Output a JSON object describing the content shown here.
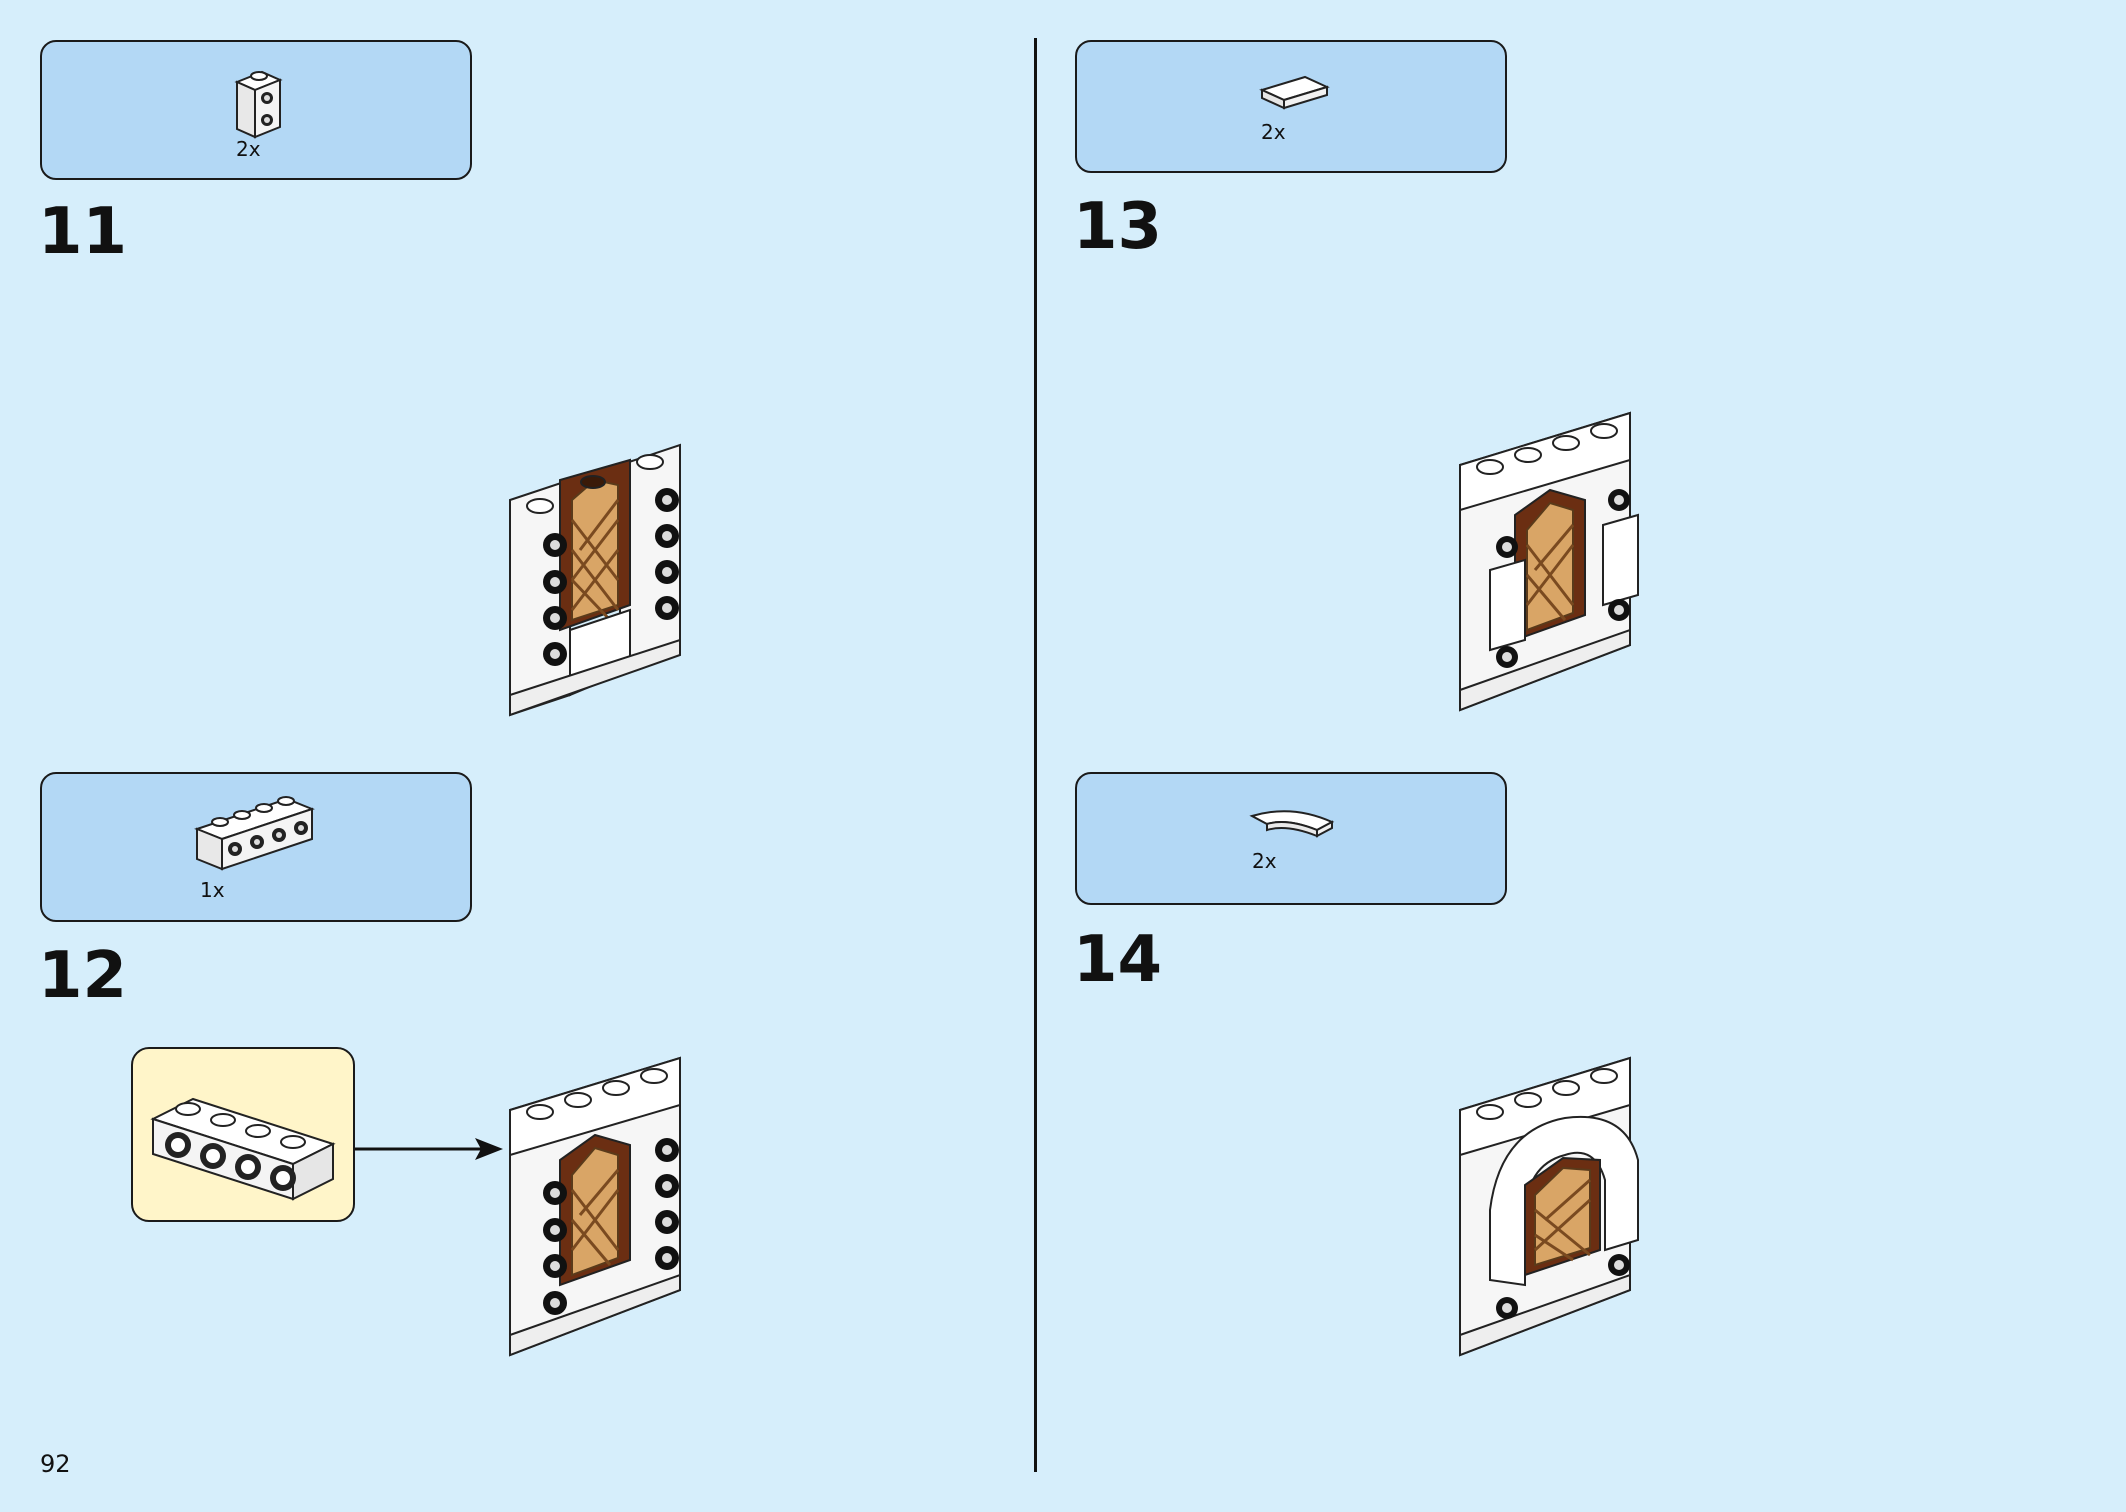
{
  "page": {
    "number": "92"
  },
  "steps": [
    {
      "number": "11",
      "parts": [
        {
          "qty": "2x",
          "icon": "1x1-brick-studs-side-icon"
        }
      ]
    },
    {
      "number": "12",
      "parts": [
        {
          "qty": "1x",
          "icon": "1x4-brick-studs-side-icon"
        }
      ]
    },
    {
      "number": "13",
      "parts": [
        {
          "qty": "2x",
          "icon": "1x2-tile-icon"
        }
      ]
    },
    {
      "number": "14",
      "parts": [
        {
          "qty": "2x",
          "icon": "curved-macaroni-tile-icon"
        }
      ]
    }
  ],
  "colors": {
    "background": "#d6eefb",
    "parts_box": "#b3d8f5",
    "callout": "#fff5c9",
    "brick_white": "#ffffff",
    "frame_brown": "#6b2e12",
    "lattice_tan": "#d9a566"
  }
}
